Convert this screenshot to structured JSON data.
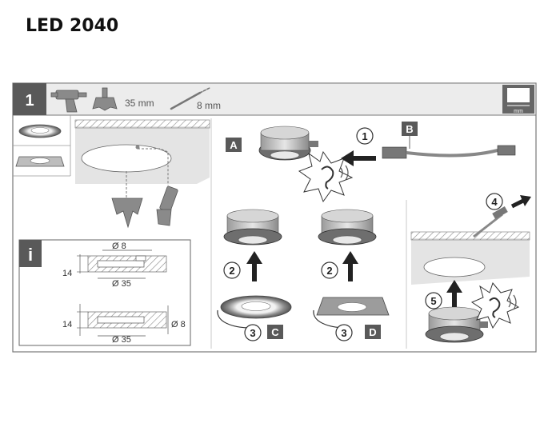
{
  "title": "LED 2040",
  "step_number": "1",
  "tools": {
    "hole_saw_size": "35 mm",
    "drill_bit_size": "8 mm",
    "unit_icon_label": "mm"
  },
  "info": {
    "icon_glyph": "i",
    "diagram_round": {
      "dim_small": "Ø 8",
      "dim_height": "14",
      "dim_large": "Ø 35"
    },
    "diagram_square": {
      "dim_height": "14",
      "dim_large": "Ø 35",
      "dim_small": "Ø 8"
    }
  },
  "badges": {
    "a": "A",
    "b": "B",
    "c": "C",
    "d": "D"
  },
  "steps": {
    "s1": "1",
    "s2a": "2",
    "s2b": "2",
    "s3a": "3",
    "s3b": "3",
    "s4": "4",
    "s5": "5"
  },
  "icons": [
    "drill-icon",
    "hole-saw-icon",
    "drill-bit-icon",
    "ruler-mm-icon",
    "ear-icon",
    "info-icon"
  ]
}
